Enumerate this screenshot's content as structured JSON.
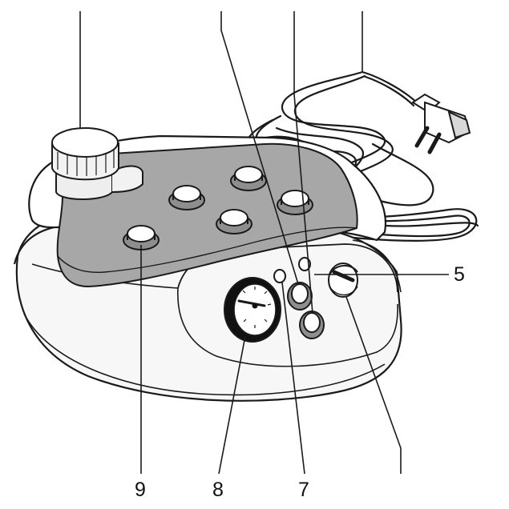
{
  "diagram": {
    "callouts": {
      "label_5": "5",
      "label_7": "7",
      "label_8": "8",
      "label_9": "9"
    },
    "colors": {
      "line": "#1a1a1a",
      "body": "#f7f7f7",
      "top_plate": "#a7a7a7",
      "knob_body": "#f2f2f2",
      "dial": "#111111"
    }
  }
}
